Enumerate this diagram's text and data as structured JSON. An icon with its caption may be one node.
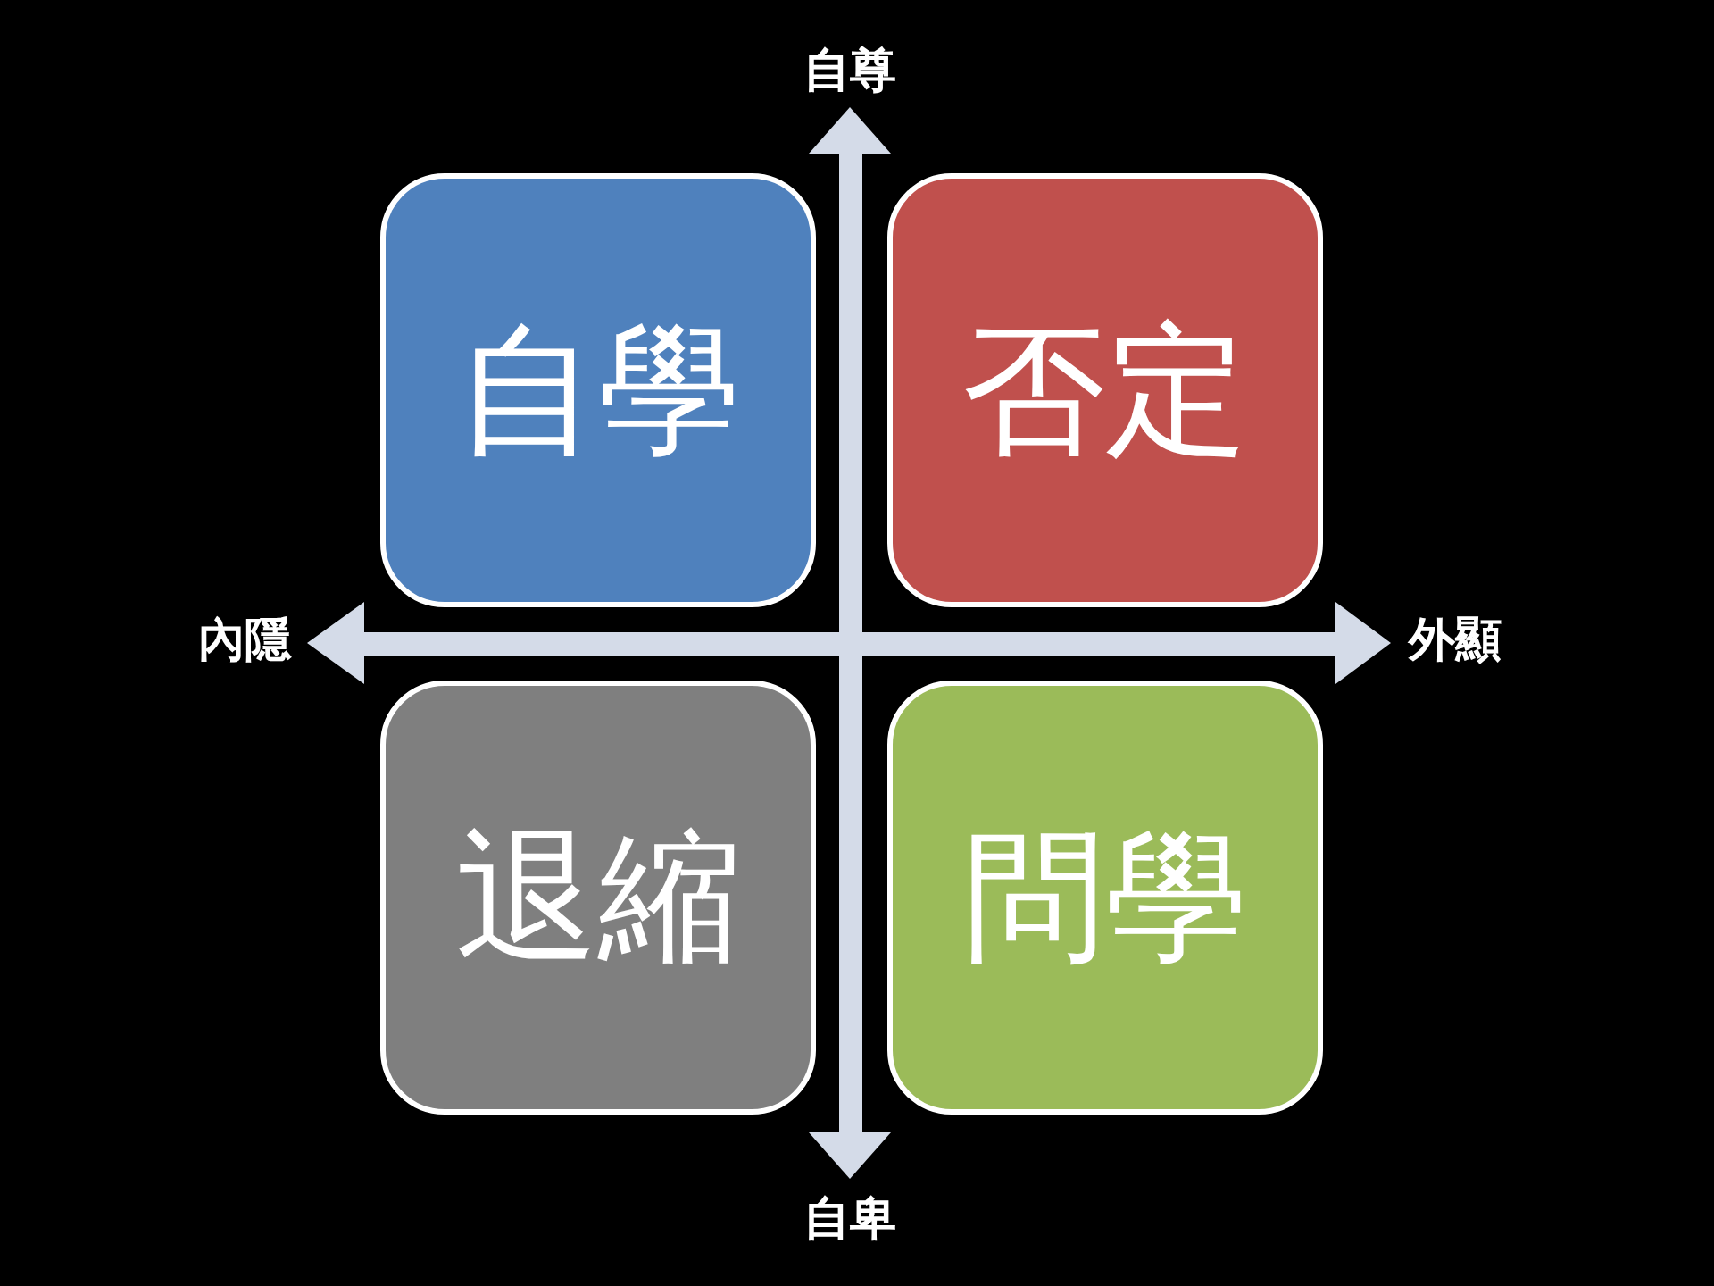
{
  "diagram": {
    "nodes": [
      {
        "text": [
          "自學"
        ]
      },
      {
        "text": [
          "否定"
        ]
      },
      {
        "text": [
          "退縮"
        ]
      },
      {
        "text": [
          "問學"
        ]
      }
    ],
    "edges": [],
    "labels": [
      "自尊",
      "內隱",
      "外顯",
      "自卑"
    ]
  }
}
